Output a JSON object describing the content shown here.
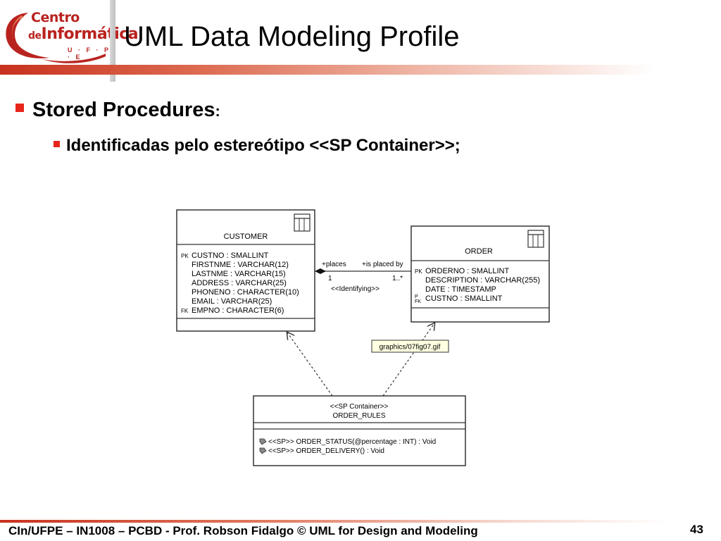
{
  "header": {
    "logo_line1": "Centro",
    "logo_line2_prefix": "de",
    "logo_line2": "Informática",
    "logo_line3": "U · F · P · E",
    "title": "UML Data Modeling Profile"
  },
  "content": {
    "bullet1_main": "Stored Procedures",
    "bullet1_suffix": ":",
    "bullet2": "Identificadas pelo estereótipo <<SP Container>>;"
  },
  "diagram": {
    "customer": {
      "name": "CUSTOMER",
      "keys": [
        "PK",
        "",
        "",
        "",
        "",
        "",
        "FK"
      ],
      "fields": [
        "CUSTNO : SMALLINT",
        "FIRSTNME : VARCHAR(12)",
        "LASTNME : VARCHAR(15)",
        "ADDRESS : VARCHAR(25)",
        "PHONENO : CHARACTER(10)",
        "EMAIL : VARCHAR(25)",
        "EMPNO : CHARACTER(6)"
      ]
    },
    "order": {
      "name": "ORDER",
      "keys": [
        "PK",
        "",
        "",
        "P\nFK"
      ],
      "fields": [
        "ORDERNO : SMALLINT",
        "DESCRIPTION : VARCHAR(255)",
        "DATE : TIMESTAMP",
        "CUSTNO : SMALLINT"
      ]
    },
    "association": {
      "role_left": "+places",
      "role_right": "+is placed by",
      "mult_left": "1",
      "mult_right": "1..*",
      "stereotype": "<<Identifying>>"
    },
    "tooltip": "graphics/07fig07.gif",
    "sp_container": {
      "stereotype": "<<SP Container>>",
      "name": "ORDER_RULES",
      "operations": [
        "<<SP>> ORDER_STATUS(@percentage : INT) : Void",
        "<<SP>> ORDER_DELIVERY() : Void"
      ]
    }
  },
  "footer": {
    "text": "CIn/UFPE – IN1008 – PCBD - Prof. Robson Fidalgo © UML for Design and Modeling",
    "page": "43"
  },
  "colors": {
    "accent_red": "#e8251a",
    "logo_red": "#b9231f"
  }
}
